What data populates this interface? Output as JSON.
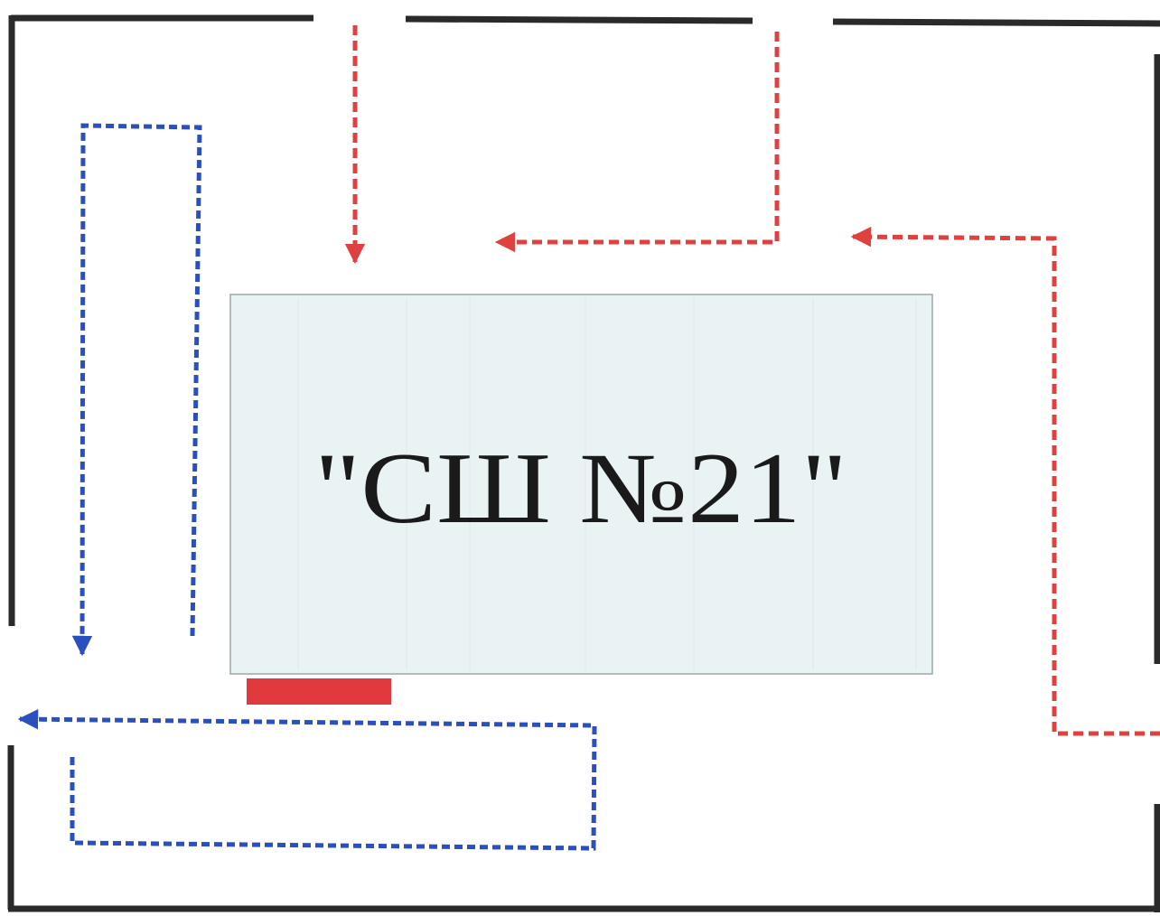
{
  "building": {
    "label": "\"СШ №21\""
  },
  "colors": {
    "wall": "#2a2a2a",
    "building_fill": "#eaf3f4",
    "building_stroke": "#9aa7aa",
    "red_route": "#e0403f",
    "blue_route": "#2a4fbf",
    "entrance_marker": "#e03a3e"
  },
  "routes": {
    "red": {
      "count": 3,
      "color_name": "red"
    },
    "blue": {
      "count": 2,
      "color_name": "blue"
    }
  }
}
